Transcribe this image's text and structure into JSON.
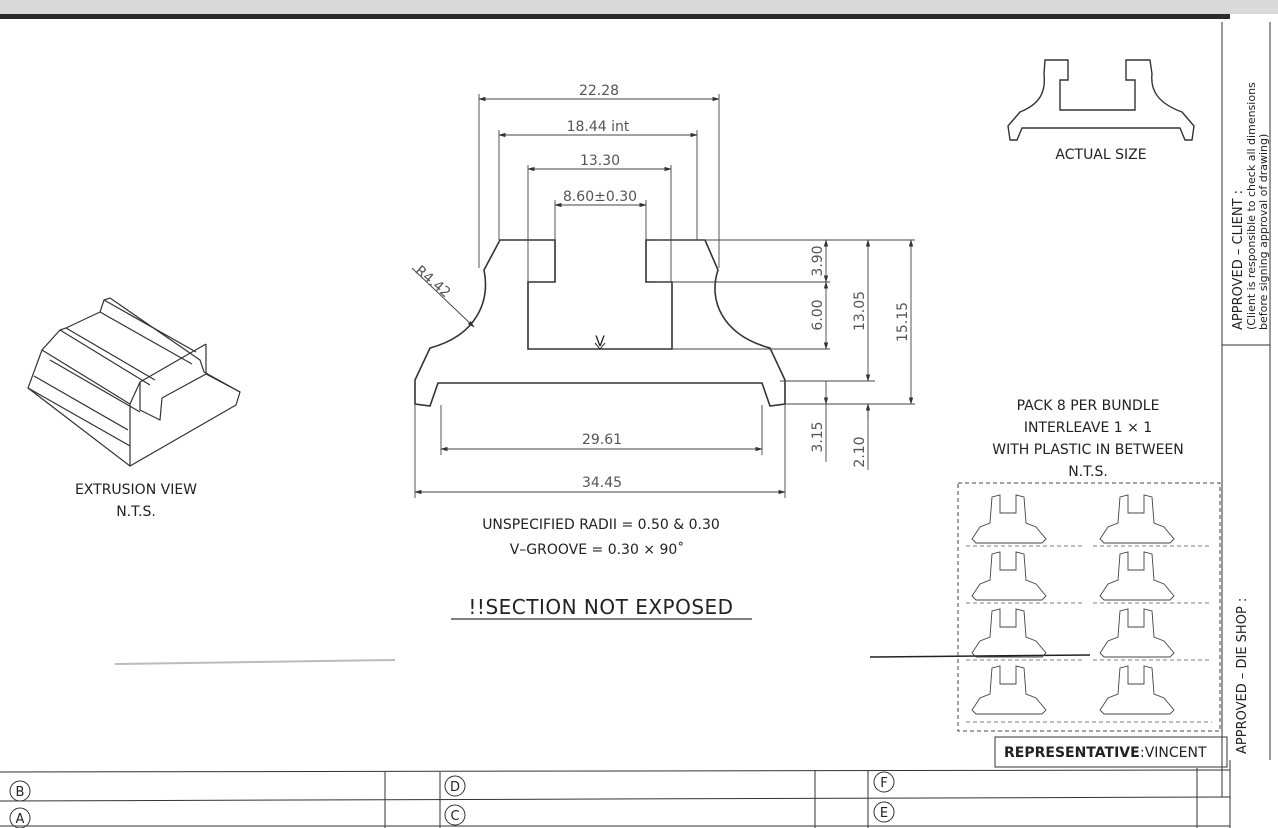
{
  "dimensions": {
    "d1": "22.28",
    "d2": "18.44 int",
    "d3": "13.30",
    "d4": "8.60±0.30",
    "radius": "R4.42",
    "v_mark": "V",
    "v1": "3.90",
    "v2": "6.00",
    "v3": "13.05",
    "v4": "15.15",
    "v5": "3.15",
    "v6": "2.10",
    "base_inner": "29.61",
    "base_outer": "34.45"
  },
  "notes": {
    "radii": "UNSPECIFIED RADII = 0.50 & 0.30",
    "groove": "V–GROOVE = 0.30 × 90˚",
    "warning": "!!SECTION NOT EXPOSED"
  },
  "extrusion_view": {
    "title": "EXTRUSION VIEW",
    "scale": "N.T.S."
  },
  "actual_size": {
    "label": "ACTUAL SIZE"
  },
  "packing": {
    "line1": "PACK 8 PER BUNDLE",
    "line2": "INTERLEAVE 1 × 1",
    "line3": "WITH PLASTIC IN BETWEEN",
    "line4": "N.T.S."
  },
  "representative": {
    "label": "REPRESENTATIVE",
    "name": ":VINCENT"
  },
  "approval": {
    "client": "APPROVED – CLIENT :",
    "client_note_1": "(Client is responsible to check all dimensions",
    "client_note_2": "before signing approval of drawing)",
    "die_shop": "APPROVED – DIE SHOP :"
  },
  "title_block": {
    "B": "B",
    "A": "A",
    "D": "D",
    "C": "C",
    "F": "F",
    "E": "E"
  }
}
